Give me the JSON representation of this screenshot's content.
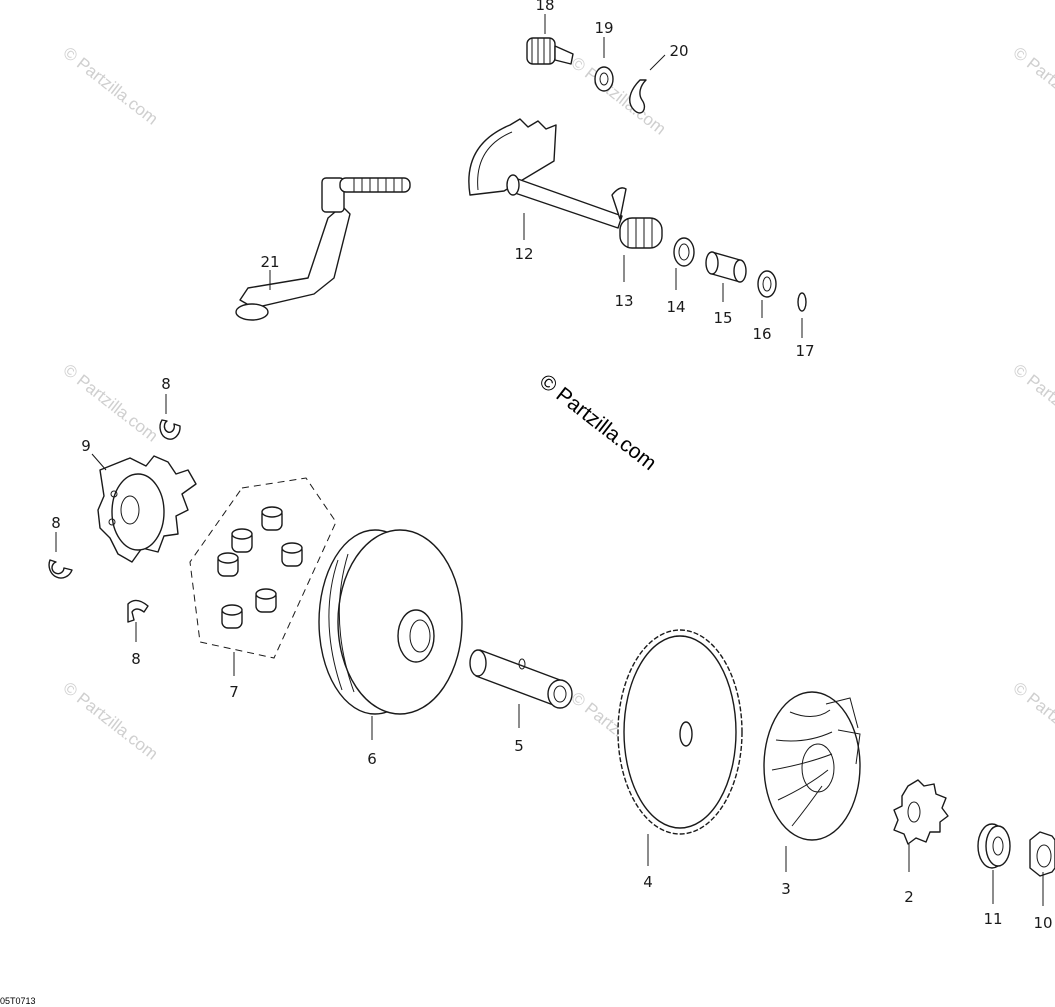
{
  "copyright": "© Partzilla.com",
  "watermark": "© Partzilla.com",
  "drawing_code": "05T0713",
  "callouts": [
    "18",
    "19",
    "20",
    "21",
    "12",
    "13",
    "14",
    "15",
    "16",
    "17",
    "8",
    "9",
    "8",
    "8",
    "7",
    "6",
    "5",
    "4",
    "3",
    "2",
    "11",
    "10"
  ]
}
